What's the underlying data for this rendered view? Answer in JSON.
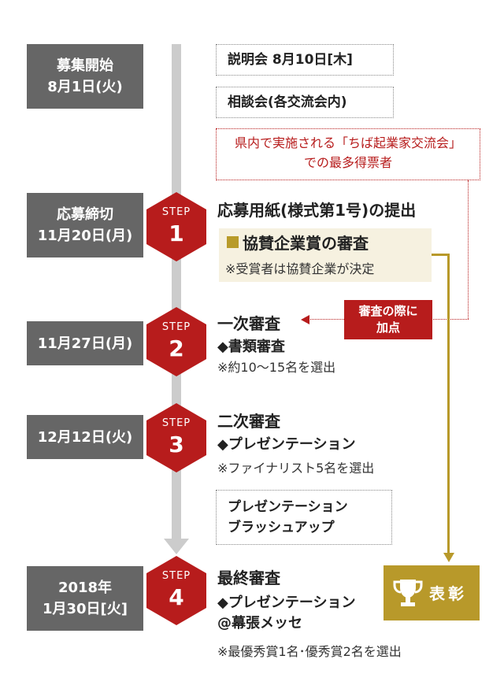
{
  "dates": [
    {
      "line1": "募集開始",
      "line2": "8月1日(火)"
    },
    {
      "line1": "応募締切",
      "line2": "11月20日(月)"
    },
    {
      "line1": "11月27日(月)"
    },
    {
      "line1": "12月12日(火)"
    },
    {
      "line1": "2018年",
      "line2": "1月30日[火]"
    }
  ],
  "events": {
    "setsumeikai": "説明会 8月10日[木]",
    "soudankai": "相談会(各交流会内)",
    "presen_brushup_line1": "プレゼンテーション",
    "presen_brushup_line2": "ブラッシュアップ"
  },
  "vote_note": {
    "line1": "県内で実施される「ちば起業家交流会」",
    "line2": "での最多得票者"
  },
  "bonus_note": {
    "line1": "審査の際に",
    "line2": "加点"
  },
  "steps": [
    {
      "label": "STEP",
      "number": "1",
      "heading": "応募用紙(様式第1号)の提出"
    },
    {
      "label": "STEP",
      "number": "2",
      "heading": "一次審査",
      "sub": "◆書類審査",
      "note": "※約10〜15名を選出"
    },
    {
      "label": "STEP",
      "number": "3",
      "heading": "二次審査",
      "sub": "◆プレゼンテーション",
      "note": "※ファイナリスト5名を選出"
    },
    {
      "label": "STEP",
      "number": "4",
      "heading": "最終審査",
      "sub": "◆プレゼンテーション",
      "sub2": "@幕張メッセ",
      "note": "※最優秀賞1名･優秀賞2名を選出"
    }
  ],
  "sponsor_review": {
    "title": "協賛企業賞の審査",
    "desc": "※受賞者は協賛企業が決定"
  },
  "award": {
    "label": "表彰",
    "icon": "trophy-icon"
  },
  "colors": {
    "date_bg": "#666666",
    "step_red": "#b71c1c",
    "gold": "#b8992a",
    "timeline": "#cccccc"
  }
}
